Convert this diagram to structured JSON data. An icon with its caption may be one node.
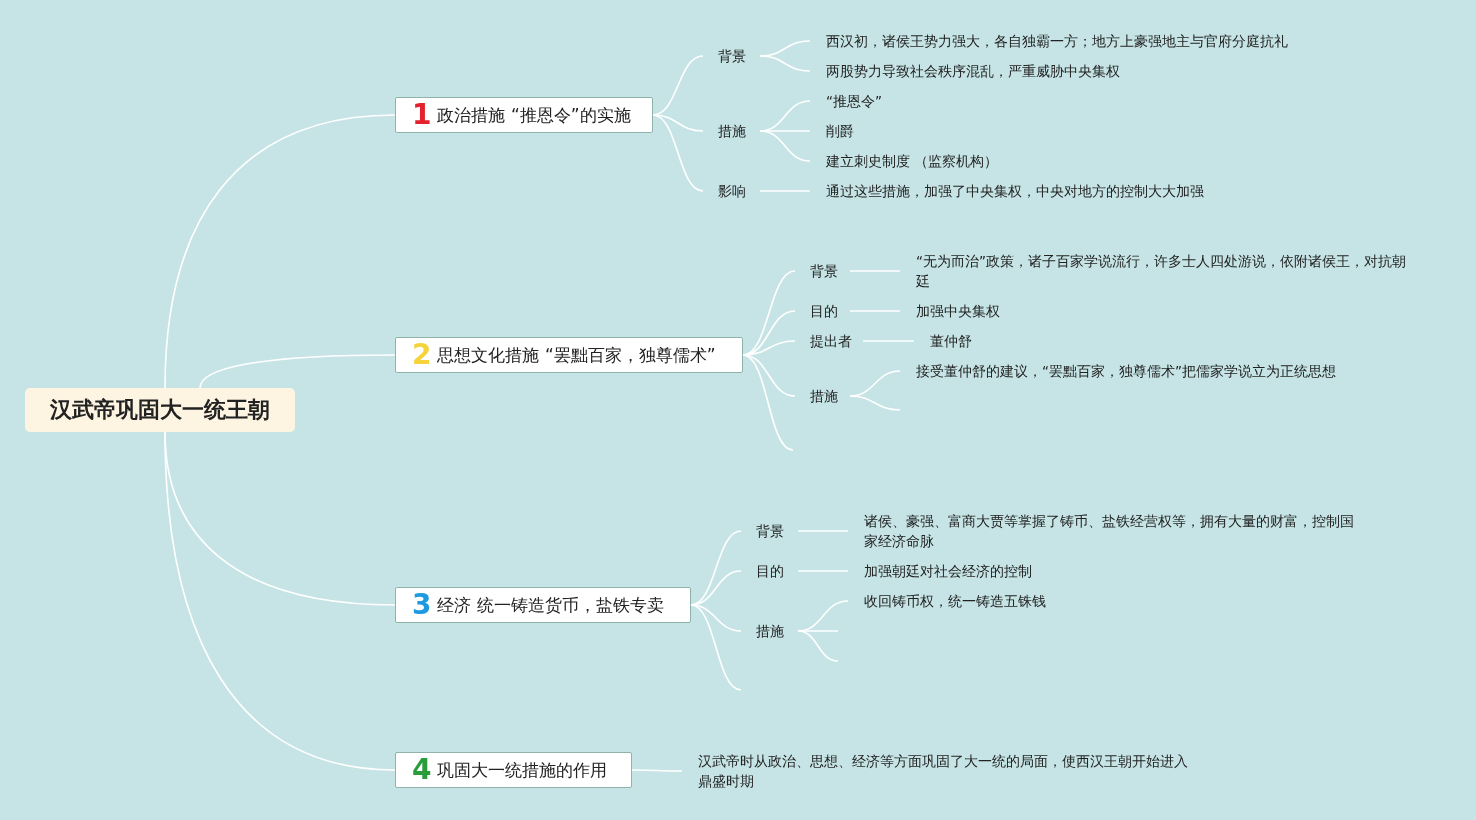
{
  "diagram": {
    "nodes": [
      {
        "text": [
          "汉武帝巩固大一统王朝"
        ]
      },
      {
        "text": [
          "1",
          "政治措施 “推恩令”的实施"
        ]
      },
      {
        "text": [
          "背景"
        ]
      },
      {
        "text": [
          "西汉初，诸侯王势力强大，各自独霸一方；地方上豪强地主与官府分庭抗礼"
        ]
      },
      {
        "text": [
          "两股势力导致社会秩序混乱，严重威胁中央集权"
        ]
      },
      {
        "text": [
          "措施"
        ]
      },
      {
        "text": [
          "“推恩令”"
        ]
      },
      {
        "text": [
          "削爵"
        ]
      },
      {
        "text": [
          "建立刺史制度 （监察机构）"
        ]
      },
      {
        "text": [
          "影响"
        ]
      },
      {
        "text": [
          "通过这些措施，加强了中央集权，中央对地方的控制大大加强"
        ]
      },
      {
        "text": [
          "2",
          "思想文化措施 “罢黜百家，独尊儒术”"
        ]
      },
      {
        "text": [
          "背景"
        ]
      },
      {
        "text": [
          "“无为而治”政策，诸子百家学说流行，许多士人四处游说，依附诸侯王，对抗朝廷"
        ]
      },
      {
        "text": [
          "目的"
        ]
      },
      {
        "text": [
          "加强中央集权"
        ]
      },
      {
        "text": [
          "提出者"
        ]
      },
      {
        "text": [
          "董仲舒"
        ]
      },
      {
        "text": [
          "措施"
        ]
      },
      {
        "text": [
          "接受董仲舒的建议，“罢黜百家，独尊儒术”把儒家学说立为正统思想"
        ]
      },
      {
        "text": [
          "3",
          "经济 统一铸造货币，盐铁专卖"
        ]
      },
      {
        "text": [
          "背景"
        ]
      },
      {
        "text": [
          "诸侯、豪强、富商大贾等掌握了铸币、盐铁经营权等，拥有大量的财富，控制国家经济命脉"
        ]
      },
      {
        "text": [
          "目的"
        ]
      },
      {
        "text": [
          "加强朝廷对社会经济的控制"
        ]
      },
      {
        "text": [
          "措施"
        ]
      },
      {
        "text": [
          "收回铸币权，统一铸造五铢钱"
        ]
      },
      {
        "text": [
          "4",
          "巩固大一统措施的作用"
        ]
      },
      {
        "text": [
          "汉武帝时从政治、思想、经济等方面巩固了大一统的局面，使西汉王朝开始进入鼎盛时期"
        ]
      }
    ],
    "edges": [
      {
        "from": 0,
        "to": 1,
        "arrow": "none"
      },
      {
        "from": 0,
        "to": 11,
        "arrow": "none"
      },
      {
        "from": 0,
        "to": 20,
        "arrow": "none"
      },
      {
        "from": 0,
        "to": 27,
        "arrow": "none"
      },
      {
        "from": 1,
        "to": 2,
        "arrow": "none"
      },
      {
        "from": 2,
        "to": 3,
        "arrow": "none"
      },
      {
        "from": 2,
        "to": 4,
        "arrow": "none"
      },
      {
        "from": 1,
        "to": 5,
        "arrow": "none"
      },
      {
        "from": 5,
        "to": 6,
        "arrow": "none"
      },
      {
        "from": 5,
        "to": 7,
        "arrow": "none"
      },
      {
        "from": 5,
        "to": 8,
        "arrow": "none"
      },
      {
        "from": 1,
        "to": 9,
        "arrow": "none"
      },
      {
        "from": 9,
        "to": 10,
        "arrow": "none"
      },
      {
        "from": 11,
        "to": 12,
        "arrow": "none"
      },
      {
        "from": 12,
        "to": 13,
        "arrow": "none"
      },
      {
        "from": 11,
        "to": 14,
        "arrow": "none"
      },
      {
        "from": 14,
        "to": 15,
        "arrow": "none"
      },
      {
        "from": 11,
        "to": 16,
        "arrow": "none"
      },
      {
        "from": 16,
        "to": 17,
        "arrow": "none"
      },
      {
        "from": 11,
        "to": 18,
        "arrow": "none"
      },
      {
        "from": 18,
        "to": 19,
        "arrow": "none"
      },
      {
        "from": 18,
        "to": null,
        "arrow": "none"
      },
      {
        "from": 11,
        "to": null,
        "arrow": "none"
      },
      {
        "from": 20,
        "to": 21,
        "arrow": "none"
      },
      {
        "from": 21,
        "to": 22,
        "arrow": "none"
      },
      {
        "from": 20,
        "to": 23,
        "arrow": "none"
      },
      {
        "from": 23,
        "to": 24,
        "arrow": "none"
      },
      {
        "from": 20,
        "to": 25,
        "arrow": "none"
      },
      {
        "from": 25,
        "to": 26,
        "arrow": "none"
      },
      {
        "from": 25,
        "to": null,
        "arrow": "none"
      },
      {
        "from": 25,
        "to": null,
        "arrow": "none"
      },
      {
        "from": 20,
        "to": null,
        "arrow": "none"
      },
      {
        "from": 27,
        "to": 28,
        "arrow": "none"
      }
    ]
  }
}
